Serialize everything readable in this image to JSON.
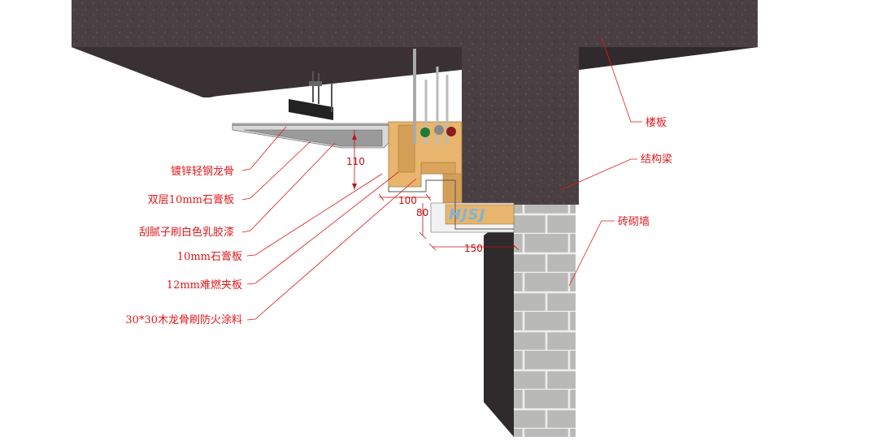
{
  "labels_left": [
    {
      "id": "keel",
      "text": "镀锌轻钢龙骨"
    },
    {
      "id": "double-gypsum",
      "text": "双层10mm石膏板"
    },
    {
      "id": "putty-paint",
      "text": "刮腻子刷白色乳胶漆"
    },
    {
      "id": "gypsum-10",
      "text": "10mm石膏板"
    },
    {
      "id": "plywood-12",
      "text": "12mm难燃夹板"
    },
    {
      "id": "wood-keel",
      "text": "30*30木龙骨刷防火涂料"
    }
  ],
  "labels_right": [
    {
      "id": "floor-slab",
      "text": "楼板"
    },
    {
      "id": "beam",
      "text": "结构梁"
    },
    {
      "id": "brick-wall",
      "text": "砖砌墙"
    }
  ],
  "dimensions": {
    "d110": "110",
    "d100": "100",
    "d80": "80",
    "d150": "150"
  },
  "watermark": "HJSJ",
  "colors": {
    "concrete": "#4a3f42",
    "concrete_dark": "#2e2729",
    "brick": "#b7b8b6",
    "wood": "#e7b56e",
    "annotation": "#e0191c",
    "dimension": "#c01015"
  }
}
